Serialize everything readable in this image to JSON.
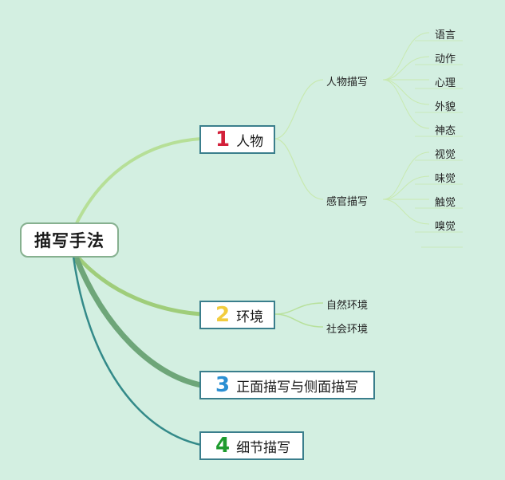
{
  "root": {
    "label": "描写手法"
  },
  "branches": [
    {
      "num": "1",
      "label": "人物",
      "num_color": "#d3203a",
      "line_color": "#b6df97",
      "children": [
        {
          "label": "人物描写",
          "leaves": [
            "语言",
            "动作",
            "心理",
            "外貌",
            "神态"
          ]
        },
        {
          "label": "感官描写",
          "leaves": [
            "视觉",
            "味觉",
            "触觉",
            "嗅觉"
          ]
        }
      ]
    },
    {
      "num": "2",
      "label": "环境",
      "num_color": "#f2cc3d",
      "line_color": "#9fcd7a",
      "children": [
        {
          "label": "自然环境",
          "leaves": []
        },
        {
          "label": "社会环境",
          "leaves": []
        }
      ]
    },
    {
      "num": "3",
      "label": "正面描写与侧面描写",
      "num_color": "#2b8fd3",
      "line_color": "#6ea679",
      "children": []
    },
    {
      "num": "4",
      "label": "细节描写",
      "num_color": "#1e9b2e",
      "line_color": "#338a89",
      "children": []
    }
  ],
  "colors": {
    "background": "#d3efe1",
    "node_border": "#3a7e8c",
    "thin_line": "#c8e9b0"
  }
}
